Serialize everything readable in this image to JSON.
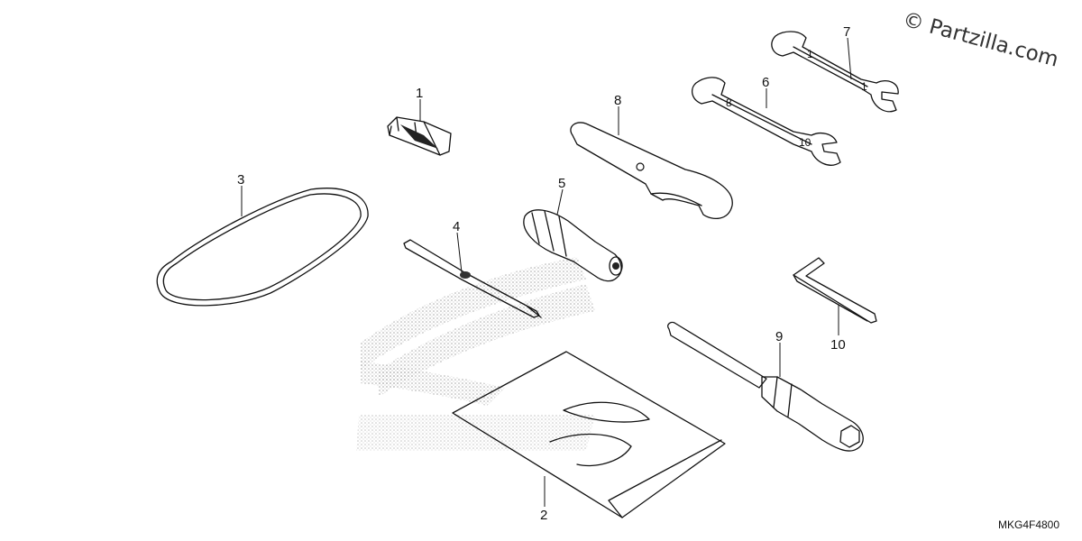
{
  "watermark": "© Partzilla.com",
  "diagram_code": "MKG4F4800",
  "background_logo": "honda-wing-logo",
  "parts": [
    {
      "id": "part-1",
      "number": "1"
    },
    {
      "id": "part-2",
      "number": "2"
    },
    {
      "id": "part-3",
      "number": "3"
    },
    {
      "id": "part-4",
      "number": "4"
    },
    {
      "id": "part-5",
      "number": "5"
    },
    {
      "id": "part-6",
      "number": "6"
    },
    {
      "id": "part-7",
      "number": "7"
    },
    {
      "id": "part-8",
      "number": "8"
    },
    {
      "id": "part-9",
      "number": "9"
    },
    {
      "id": "part-10",
      "number": "10"
    }
  ]
}
